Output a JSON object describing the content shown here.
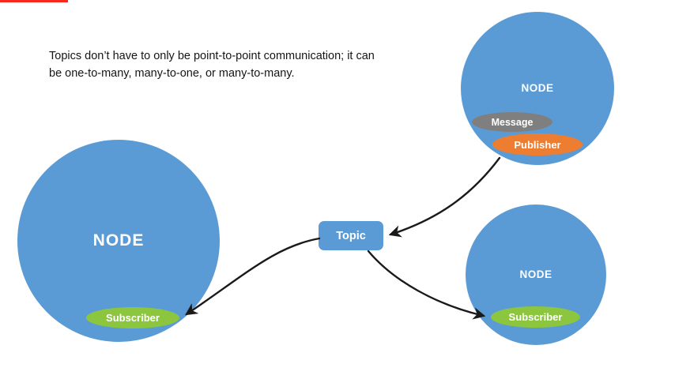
{
  "slide": {
    "caption": "Topics don’t have to only be point-to-point communication; it can be one-to-many, many-to-one, or many-to-many."
  },
  "topic_box": {
    "label": "Topic"
  },
  "left_node": {
    "label": "NODE",
    "subscriber_label": "Subscriber"
  },
  "top_right_node": {
    "label": "NODE",
    "message_label": "Message",
    "publisher_label": "Publisher"
  },
  "bottom_right_node": {
    "label": "NODE",
    "subscriber_label": "Subscriber"
  },
  "colors": {
    "node_blue": "#5B9BD5",
    "subscriber_green": "#8CC63E",
    "publisher_orange": "#ED7D31",
    "message_gray": "#7F7F7F",
    "arrow_black": "#1A1A1A",
    "accent_red": "#F8281C"
  }
}
